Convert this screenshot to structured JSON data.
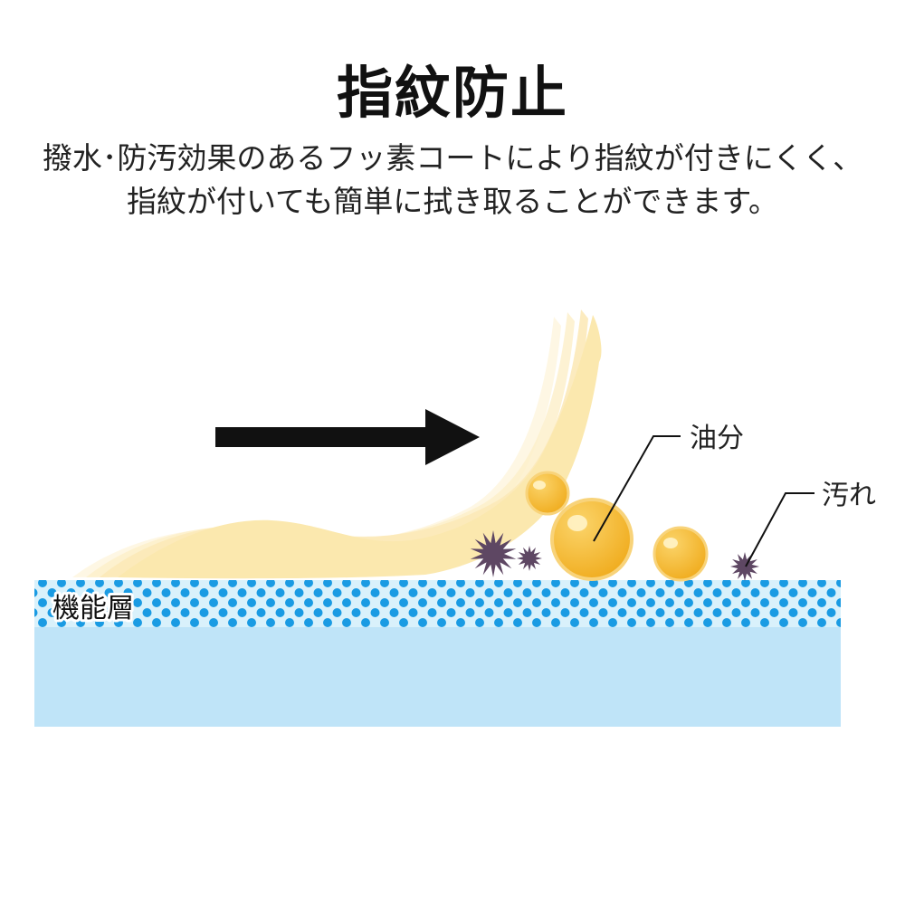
{
  "title": "指紋防止",
  "description": [
    "撥水･防汚効果のあるフッ素コートにより指紋が付きにくく、",
    "指紋が付いても簡単に拭き取ることができます。"
  ],
  "labels": {
    "oil": "油分",
    "dirt": "汚れ",
    "layer": "機能層"
  },
  "colors": {
    "coat_bg": "#d9f1fb",
    "coat_dot": "#1a9be3",
    "glass": "#bfe4f8",
    "finger": "#fbe8ae",
    "oil": "#f3b430",
    "oil_rim": "#f8d37a",
    "dirt": "#5e4763",
    "arrow": "#111111"
  },
  "icons": {
    "arrow": "right-arrow-icon",
    "oil": "oil-droplet-icon",
    "dirt": "dirt-particle-icon"
  }
}
